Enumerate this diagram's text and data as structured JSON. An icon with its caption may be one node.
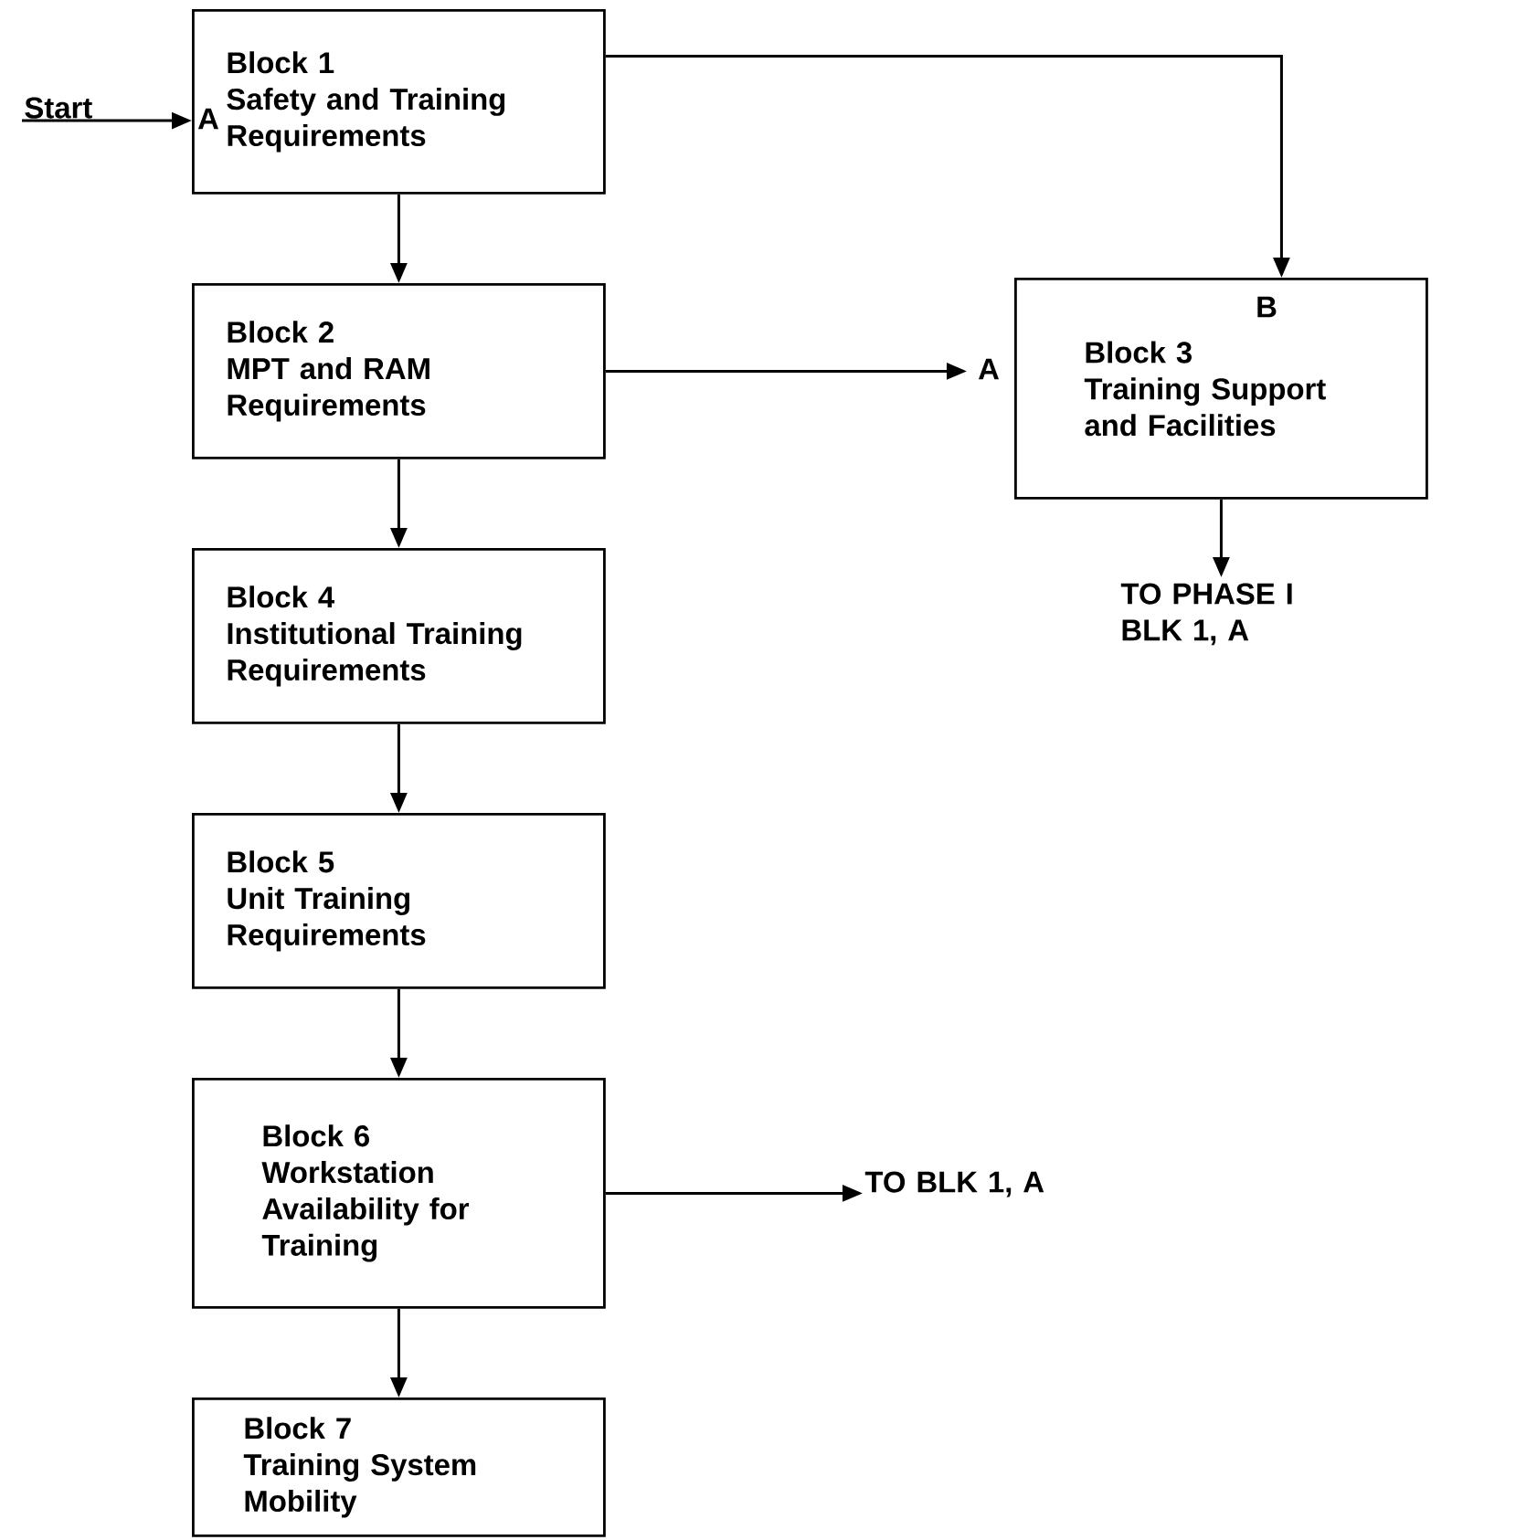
{
  "diagram": {
    "nodes": [
      {
        "text": [
          "Start"
        ]
      },
      {
        "text": [
          "Block 1",
          "A",
          "Safety and Training Requirements"
        ]
      },
      {
        "text": [
          "Block 2",
          "MPT and RAM Requirements"
        ]
      },
      {
        "text": [
          "B",
          "A",
          "Block 3",
          "Training Support and Facilities"
        ]
      },
      {
        "text": [
          "Block 4",
          "Institutional Training Requirements"
        ]
      },
      {
        "text": [
          "TO PHASE I BLK 1, A"
        ]
      },
      {
        "text": [
          "Block 5",
          "Unit Training Requirements"
        ]
      },
      {
        "text": [
          "Block 6",
          "Workstation Availability for Training"
        ]
      },
      {
        "text": [
          "TO BLK 1, A"
        ]
      },
      {
        "text": [
          "Block 7",
          "Training System Mobility"
        ]
      }
    ],
    "edges": [
      {
        "from": 0,
        "to": 1,
        "arrow": "to"
      },
      {
        "from": 1,
        "to": 3,
        "arrow": "to"
      },
      {
        "from": 1,
        "to": 2,
        "arrow": "to"
      },
      {
        "from": 2,
        "to": 3,
        "arrow": "to"
      },
      {
        "from": 2,
        "to": 4,
        "arrow": "to"
      },
      {
        "from": 3,
        "to": 5,
        "arrow": "to"
      },
      {
        "from": 4,
        "to": 6,
        "arrow": "to"
      },
      {
        "from": 6,
        "to": 7,
        "arrow": "to"
      },
      {
        "from": 7,
        "to": 8,
        "arrow": "to"
      },
      {
        "from": 7,
        "to": 9,
        "arrow": "to"
      }
    ]
  }
}
